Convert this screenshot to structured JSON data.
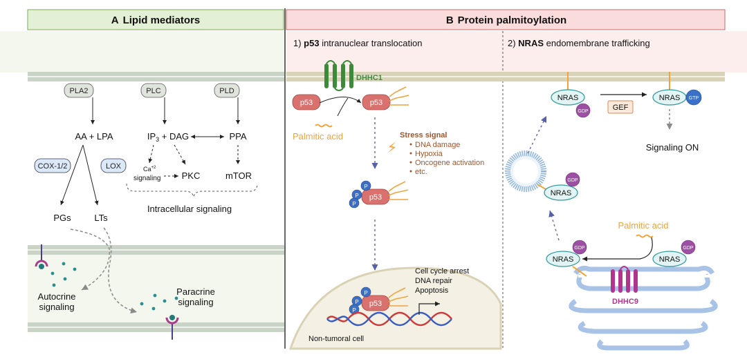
{
  "panel_a": {
    "letter": "A",
    "title": "Lipid mediators",
    "enzymes": [
      "PLA2",
      "PLC",
      "PLD"
    ],
    "cox": "COX-1/2",
    "lox": "LOX",
    "aa_lpa": "AA + LPA",
    "ip3_prefix": "IP",
    "ip3_sub": "3",
    "ip3_suffix": " + DAG",
    "ppa": "PPA",
    "ca_main": "Ca",
    "ca_sup": "+2",
    "ca_signaling": "signaling",
    "pkc": "PKC",
    "mtor": "mTOR",
    "intracellular": "Intracellular signaling",
    "pgs": "PGs",
    "lts": "LTs",
    "autocrine_1": "Autocrine",
    "autocrine_2": "signaling",
    "paracrine_1": "Paracrine",
    "paracrine_2": "signaling"
  },
  "panel_b": {
    "letter": "B",
    "title": "Protein palmitoylation",
    "sub1_num": "1) ",
    "sub1_bold": "p53",
    "sub1_rest": " intranuclear translocation",
    "sub2_num": "2) ",
    "sub2_bold": "NRAS",
    "sub2_rest": " endomembrane trafficking",
    "dhhc1": "DHHC1",
    "p53": "p53",
    "p_label": "P",
    "palmitic_acid": "Palmitic acid",
    "stress_title": "Stress signal",
    "stress_items": [
      "DNA damage",
      "Hypoxia",
      "Oncogene activation",
      "etc."
    ],
    "nucleus_outcomes": [
      "Cell cycle arrest",
      "DNA repair",
      "Apoptosis"
    ],
    "non_tumoral": "Non-tumoral cell",
    "nras": "NRAS",
    "gdp": "GDP",
    "gtp": "GTP",
    "gef": "GEF",
    "signaling_on": "Signaling ON",
    "palmitic_acid_2": "Palmitic acid",
    "dhhc9": "DHHC9"
  },
  "colors": {
    "header_a_fill": "#e3f0d6",
    "header_a_border": "#7daa57",
    "header_b_fill": "#fadcdc",
    "header_b_border": "#c96a6a",
    "membrane": "#c9d3c6",
    "p53_fill": "#d9726f",
    "palmitate": "#f0a43c",
    "phosphate": "#3d6fc4",
    "dhhc1": "#3d8a3b",
    "dhhc9": "#b0358f",
    "nras_fill": "#e2f4f3",
    "nras_border": "#2f9a9a",
    "gdp_fill": "#9c4fa3",
    "gtp_fill": "#3b70c9",
    "arrow_dashed": "#6a6fa8"
  }
}
